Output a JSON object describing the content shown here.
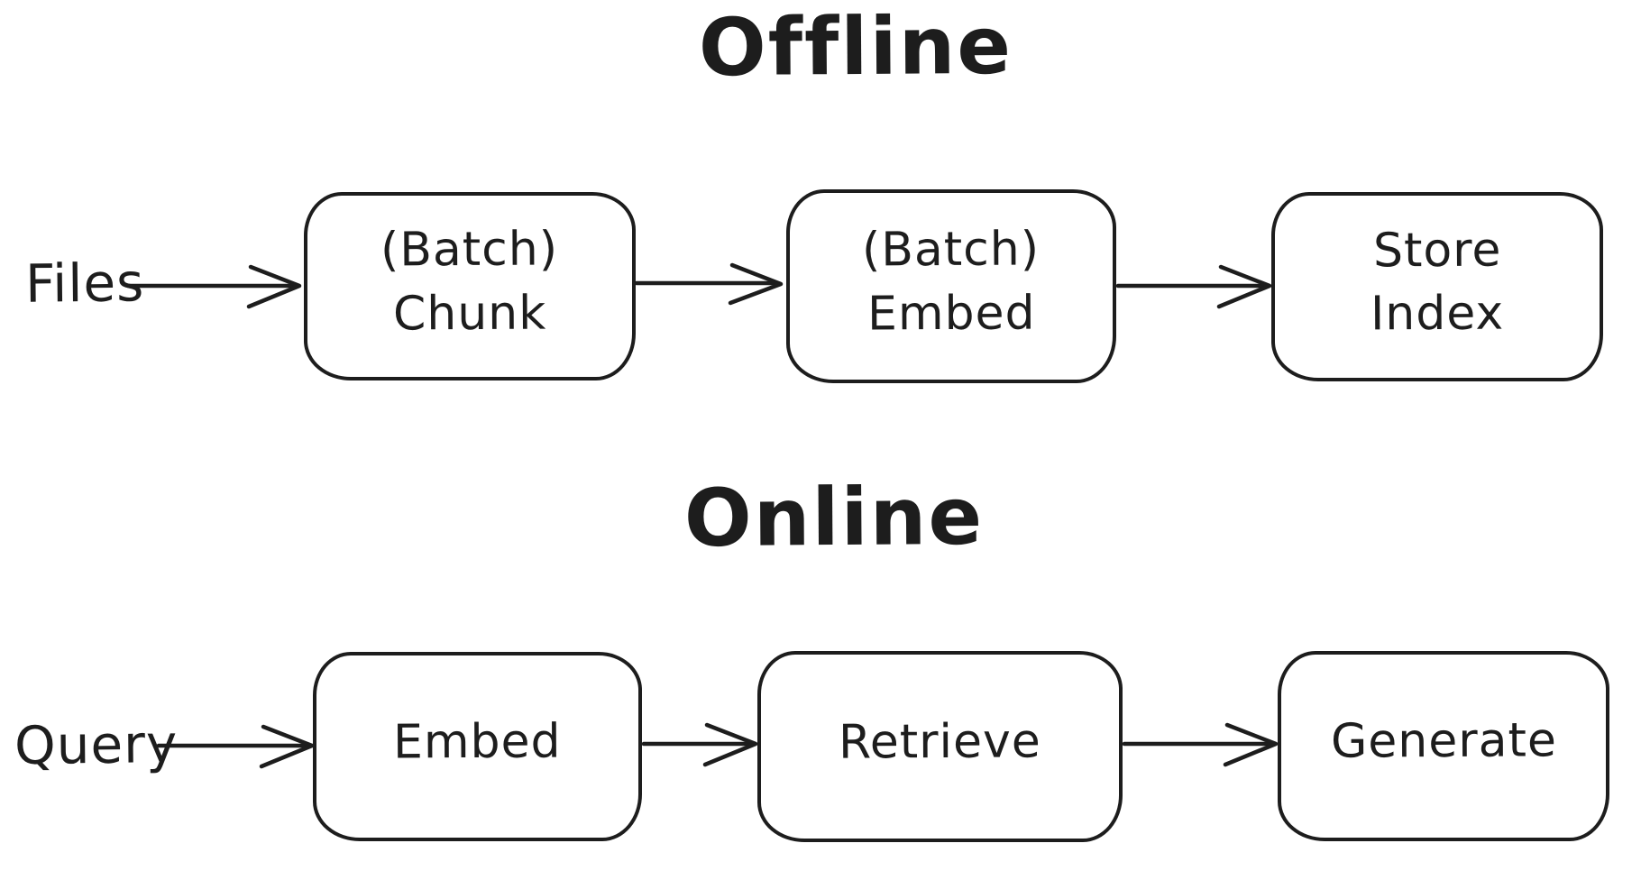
{
  "page": {
    "background_color": "#ffffff",
    "ink_color": "#1d1d1d"
  },
  "sections": [
    {
      "title": "Offline",
      "input_label": "Files",
      "nodes": [
        {
          "line1": "(Batch)",
          "line2": "Chunk"
        },
        {
          "line1": "(Batch)",
          "line2": "Embed"
        },
        {
          "line1": "Store",
          "line2": "Index"
        }
      ]
    },
    {
      "title": "Online",
      "input_label": "Query",
      "nodes": [
        {
          "line1": "Embed",
          "line2": ""
        },
        {
          "line1": "Retrieve",
          "line2": ""
        },
        {
          "line1": "Generate",
          "line2": ""
        }
      ]
    }
  ]
}
